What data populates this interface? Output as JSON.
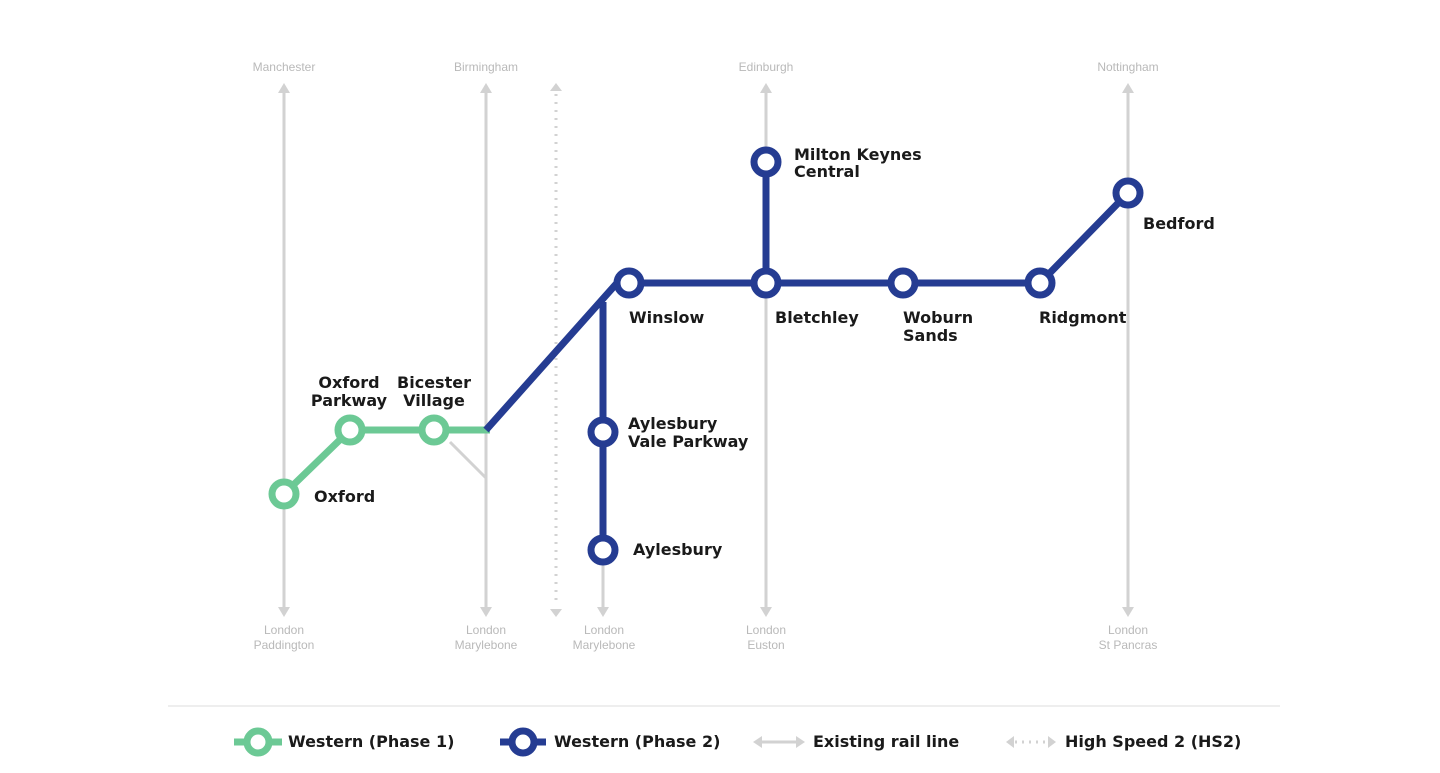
{
  "colors": {
    "phase1": "#6cc995",
    "phase2": "#253c92",
    "existing": "#d2d2d2",
    "hs2": "#d2d2d2",
    "text": "#1a1a1a",
    "muted": "#b9b9b9"
  },
  "rail_lines": [
    {
      "top": "Manchester",
      "bottom": [
        "London",
        "Paddington"
      ]
    },
    {
      "top": "Birmingham",
      "bottom": [
        "London",
        "Marylebone"
      ]
    },
    {
      "top": "",
      "bottom": [
        "London",
        "Marylebone"
      ]
    },
    {
      "top": "Edinburgh",
      "bottom": [
        "London",
        "Euston"
      ]
    },
    {
      "top": "Nottingham",
      "bottom": [
        "London",
        "St Pancras"
      ]
    }
  ],
  "stations": {
    "oxford": [
      "Oxford"
    ],
    "oxford_parkway": [
      "Oxford",
      "Parkway"
    ],
    "bicester_village": [
      "Bicester",
      "Village"
    ],
    "winslow": [
      "Winslow"
    ],
    "aylesbury_vale_parkway": [
      "Aylesbury",
      "Vale Parkway"
    ],
    "aylesbury": [
      "Aylesbury"
    ],
    "milton_keynes_central": [
      "Milton Keynes",
      "Central"
    ],
    "bletchley": [
      "Bletchley"
    ],
    "woburn_sands": [
      "Woburn",
      "Sands"
    ],
    "ridgmont": [
      "Ridgmont"
    ],
    "bedford": [
      "Bedford"
    ]
  },
  "legend": {
    "phase1": "Western (Phase 1)",
    "phase2": "Western (Phase 2)",
    "existing": "Existing rail line",
    "hs2": "High Speed 2 (HS2)"
  }
}
